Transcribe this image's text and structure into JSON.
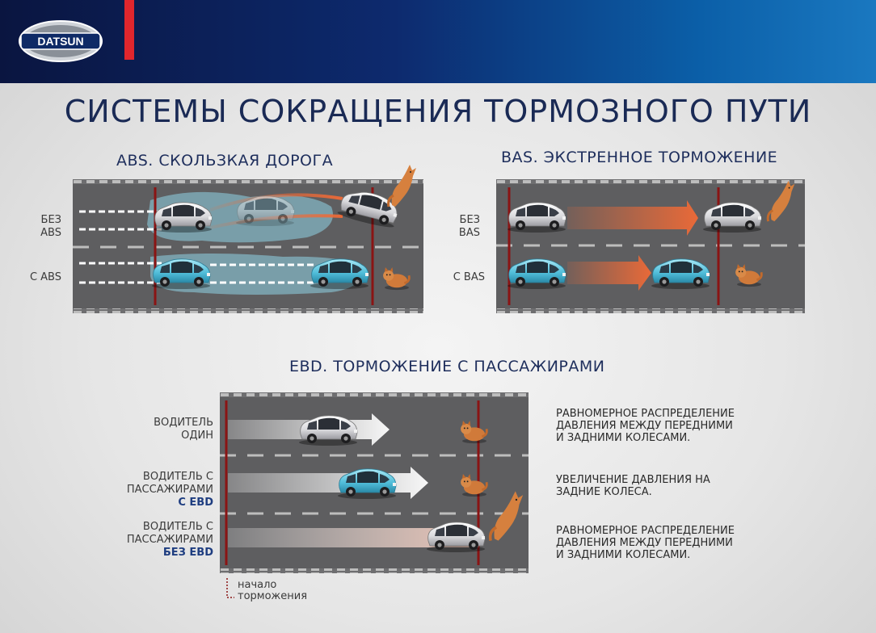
{
  "header": {
    "logo_text": "DATSUN",
    "brand_color": "#0d2a6e",
    "accent_color": "#e0262d"
  },
  "title": "СИСТЕМЫ СОКРАЩЕНИЯ ТОРМОЗНОГО ПУТИ",
  "abs": {
    "title": "ABS. СКОЛЬЗКАЯ ДОРОГА",
    "row_without_line1": "БЕЗ",
    "row_without_line2": "ABS",
    "row_with": "С ABS"
  },
  "bas": {
    "title": "BAS.  ЭКСТРЕННОЕ ТОРМОЖЕНИЕ",
    "row_without_line1": "БЕЗ",
    "row_without_line2": "BAS",
    "row_with": "С BAS"
  },
  "ebd": {
    "title": "EBD. ТОРМОЖЕНИЕ С ПАССАЖИРАМИ",
    "rows": [
      {
        "label_line1": "ВОДИТЕЛЬ",
        "label_line2": "ОДИН",
        "tag": "",
        "desc_line1": "РАВНОМЕРНОЕ РАСПРЕДЕЛЕНИЕ",
        "desc_line2": "ДАВЛЕНИЯ МЕЖДУ ПЕРЕДНИМИ",
        "desc_line3": "И ЗАДНИМИ КОЛЕСАМИ."
      },
      {
        "label_line1": "ВОДИТЕЛЬ С",
        "label_line2": "ПАССАЖИРАМИ",
        "tag": "С EBD",
        "desc_line1": "УВЕЛИЧЕНИЕ ДАВЛЕНИЯ НА",
        "desc_line2": "ЗАДНИЕ КОЛЕСА.",
        "desc_line3": ""
      },
      {
        "label_line1": "ВОДИТЕЛЬ С",
        "label_line2": "ПАССАЖИРАМИ",
        "tag": "БЕЗ EBD",
        "desc_line1": "РАВНОМЕРНОЕ РАСПРЕДЕЛЕНИЕ",
        "desc_line2": "ДАВЛЕНИЯ МЕЖДУ ПЕРЕДНИМИ",
        "desc_line3": "И ЗАДНИМИ КОЛЕСАМИ."
      }
    ],
    "legend_line1": "начало",
    "legend_line2": "торможения"
  },
  "colors": {
    "road": "#5e5e60",
    "car_white": "#e8e8ea",
    "car_blue": "#5cc4dc",
    "arrow": "#f06a36",
    "brake_line": "#8a1414",
    "ice": "#8fd3e6"
  },
  "icons": [
    "datsun-logo",
    "car-icon",
    "cat-icon",
    "arrow-icon"
  ]
}
